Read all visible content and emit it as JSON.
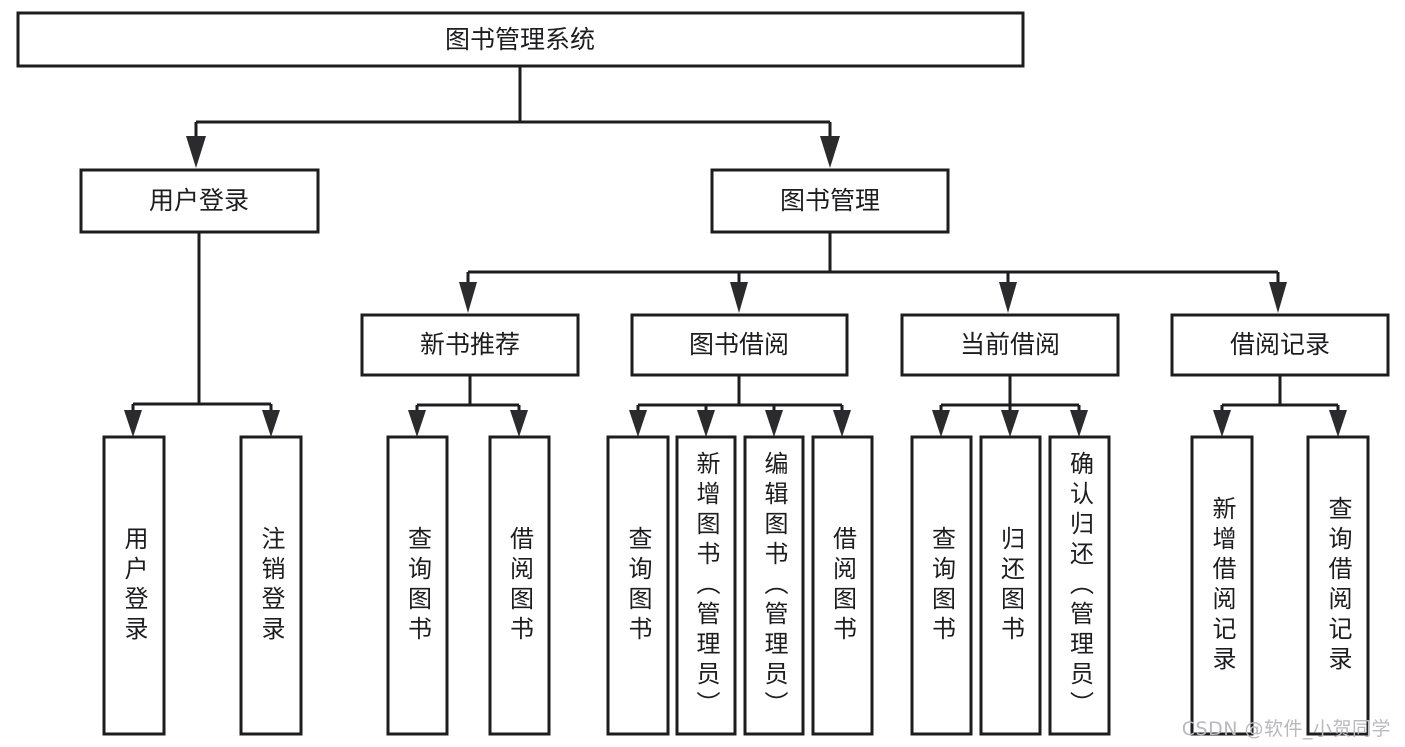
{
  "diagram": {
    "type": "tree-hierarchy",
    "title": "图书管理系统",
    "orientation": "top-down",
    "colors": {
      "node_fill": "#ffffff",
      "node_stroke": "#1d1d1f",
      "connector": "#1d1d1f",
      "text": "#1d1d1f",
      "watermark": "#b9b9bc"
    },
    "root": {
      "label": "图书管理系统"
    },
    "level2": [
      {
        "label": "用户登录"
      },
      {
        "label": "图书管理"
      }
    ],
    "level3": [
      {
        "label": "新书推荐"
      },
      {
        "label": "图书借阅"
      },
      {
        "label": "当前借阅"
      },
      {
        "label": "借阅记录"
      }
    ],
    "leaves": {
      "user_login": [
        {
          "label": "用户登录"
        },
        {
          "label": "注销登录"
        }
      ],
      "new_book_recommend": [
        {
          "label": "查询图书"
        },
        {
          "label": "借阅图书"
        }
      ],
      "book_borrow": [
        {
          "label": "查询图书"
        },
        {
          "label": "新增图书（管理员）"
        },
        {
          "label": "编辑图书（管理员）"
        },
        {
          "label": "借阅图书"
        }
      ],
      "current_borrow": [
        {
          "label": "查询图书"
        },
        {
          "label": "归还图书"
        },
        {
          "label": "确认归还（管理员）"
        }
      ],
      "borrow_record": [
        {
          "label": "新增借阅记录"
        },
        {
          "label": "查询借阅记录"
        }
      ]
    }
  },
  "watermark": {
    "text": "CSDN @软件_小贺同学"
  }
}
